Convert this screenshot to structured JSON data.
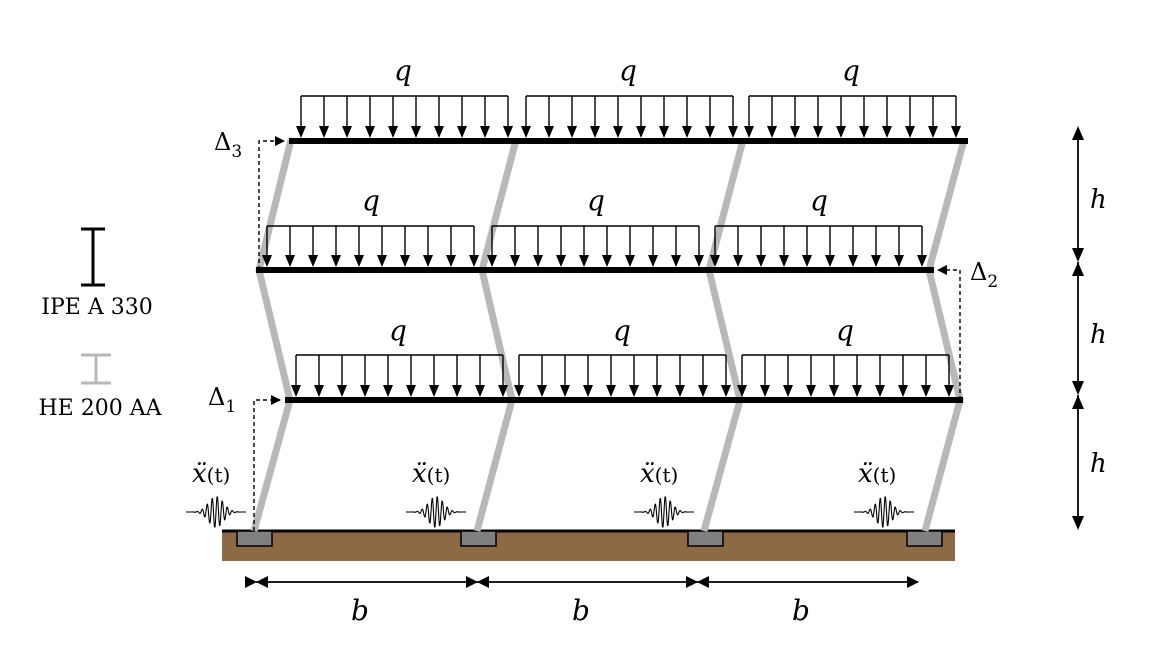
{
  "labels": {
    "load": "q",
    "span": "b",
    "height": "h",
    "delta1": "Δ",
    "delta1_sub": "1",
    "delta2": "Δ",
    "delta2_sub": "2",
    "delta3": "Δ",
    "delta3_sub": "3",
    "ground_accel": "ẍ",
    "ground_accel_arg": "(t)"
  },
  "legend": {
    "beam_section": "IPE A 330",
    "column_section": "HE 200 AA"
  },
  "colors": {
    "beam": "#000000",
    "column": "#b8b8b8",
    "ground": "#8b6a45",
    "support": "#808080",
    "arrow": "#000000"
  },
  "structure": {
    "bays": 3,
    "storeys": 3
  }
}
